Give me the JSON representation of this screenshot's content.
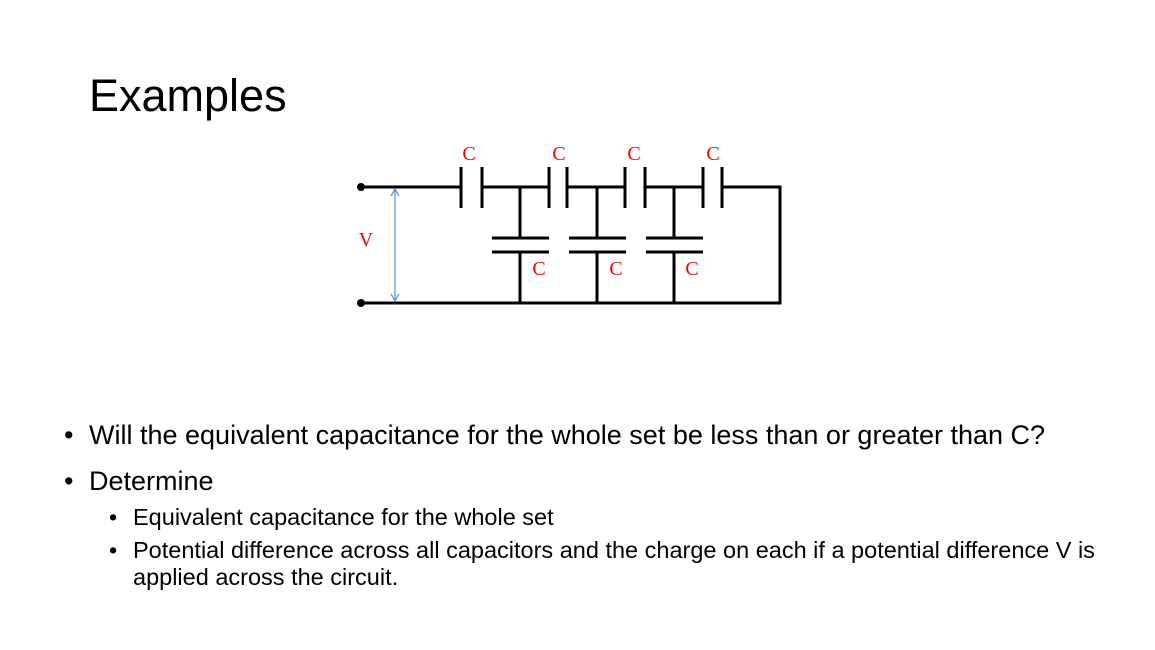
{
  "slide": {
    "title": "Examples",
    "circuit": {
      "series_labels": [
        "C",
        "C",
        "C",
        "C"
      ],
      "shunt_labels": [
        "C",
        "C",
        "C"
      ],
      "voltage_label": "V",
      "label_color": "#ff0000",
      "arrow_color": "#5b9bd5"
    },
    "bullets": [
      {
        "text": "Will the equivalent capacitance for the whole set be less than or greater than C?"
      },
      {
        "text": "Determine",
        "sub": [
          "Equivalent capacitance for the whole set",
          "Potential difference across all capacitors and the charge on each if a potential difference V is applied across the circuit."
        ]
      }
    ]
  }
}
